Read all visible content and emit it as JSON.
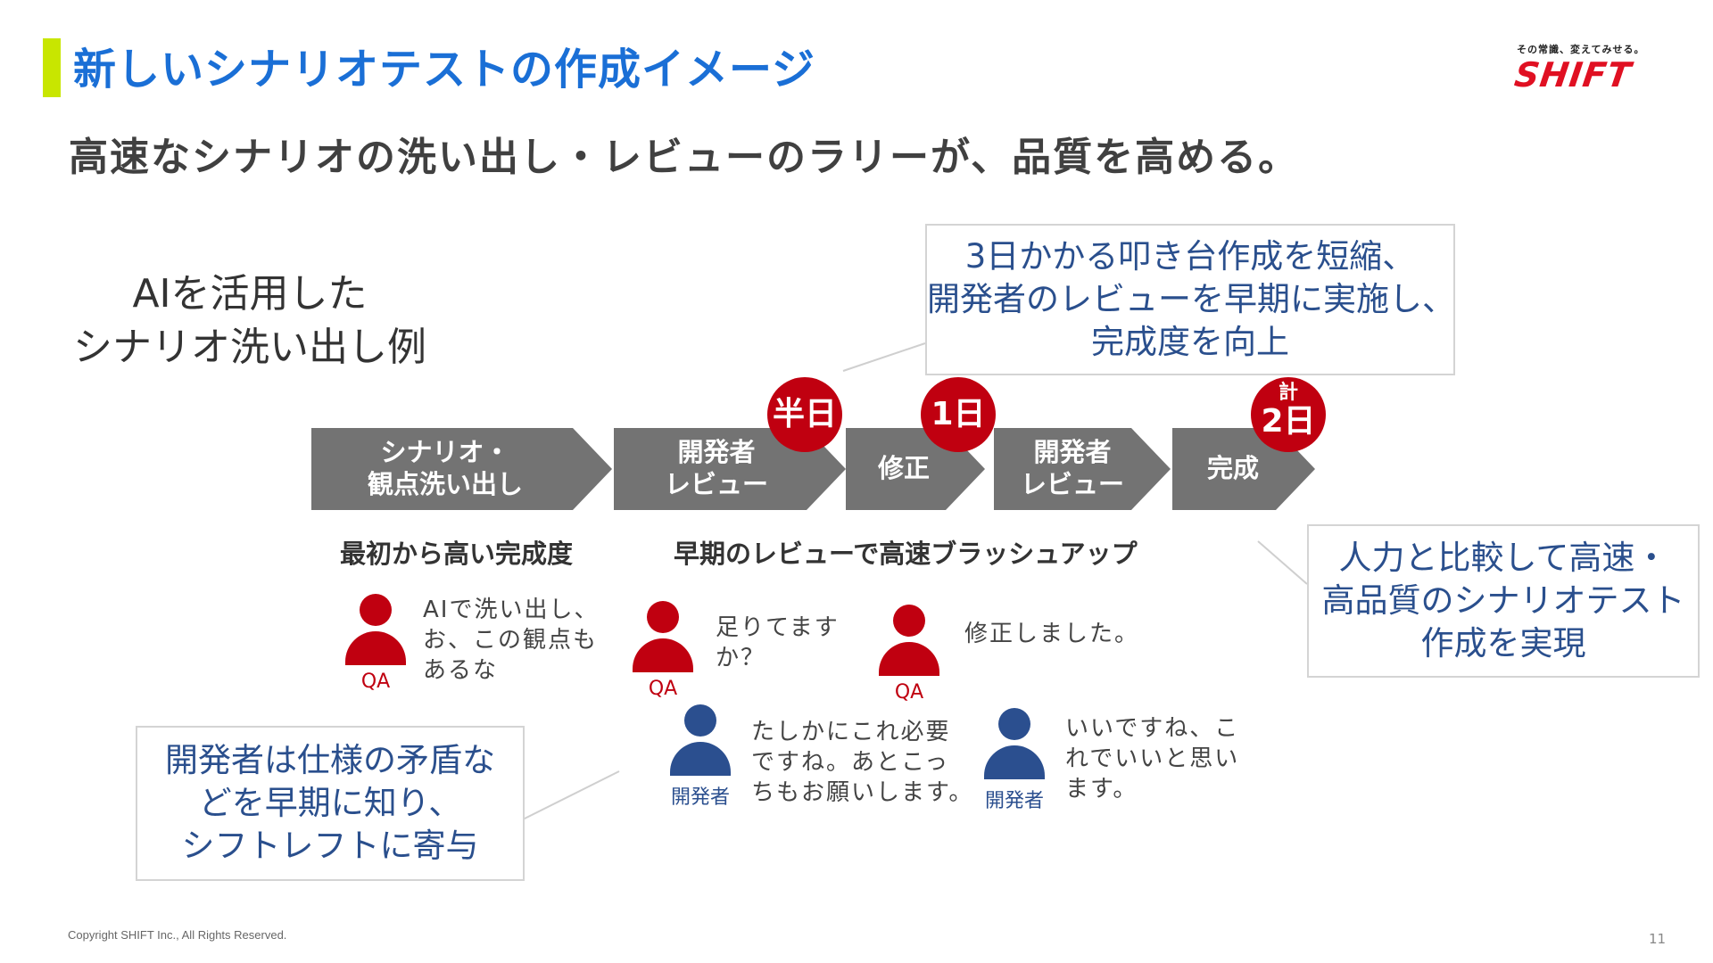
{
  "header": {
    "title": "新しいシナリオテストの作成イメージ",
    "logo_tagline": "その常識、変えてみせる。",
    "logo_text": "SHIFT",
    "accent_color": "#c8e600",
    "title_color": "#1a6fd6"
  },
  "subtitle": "高速なシナリオの洗い出し・レビューのラリーが、品質を高める。",
  "ai_label": {
    "line1": "AIを活用した",
    "line2": "シナリオ洗い出し例"
  },
  "callouts": {
    "top": {
      "line1": "3日かかる叩き台作成を短縮、",
      "line2": "開発者のレビューを早期に実施し、",
      "line3": "完成度を向上"
    },
    "right": {
      "line1": "人力と比較して高速・",
      "line2": "高品質のシナリオテスト",
      "line3": "作成を実現"
    },
    "left": {
      "line1": "開発者は仕様の矛盾な",
      "line2": "どを早期に知り、",
      "line3": "シフトレフトに寄与"
    }
  },
  "process": {
    "steps": [
      {
        "line1": "シナリオ・",
        "line2": "観点洗い出し"
      },
      {
        "line1": "開発者",
        "line2": "レビュー"
      },
      {
        "line1": "修正",
        "line2": ""
      },
      {
        "line1": "開発者",
        "line2": "レビュー"
      },
      {
        "line1": "完成",
        "line2": ""
      }
    ],
    "badges": [
      {
        "label": "半日"
      },
      {
        "label": "1日"
      },
      {
        "prefix": "計",
        "label": "2日"
      }
    ],
    "step_color": "#737373",
    "badge_color": "#c00010"
  },
  "section_labels": {
    "left": "最初から高い完成度",
    "right": "早期のレビューで高速ブラッシュアップ"
  },
  "conversation": {
    "qa1": {
      "role": "QA",
      "line1": "AIで洗い出し、",
      "line2": "お、この観点も",
      "line3": "あるな"
    },
    "qa2": {
      "role": "QA",
      "line1": "足りてます",
      "line2": "か？"
    },
    "qa3": {
      "role": "QA",
      "line1": "修正しました。"
    },
    "dev1": {
      "role": "開発者",
      "line1": "たしかにこれ必要",
      "line2": "ですね。あとこっ",
      "line3": "ちもお願いします。"
    },
    "dev2": {
      "role": "開発者",
      "line1": "いいですね、こ",
      "line2": "れでいいと思い",
      "line3": "ます。"
    },
    "qa_color": "#c00010",
    "dev_color": "#2b4f8f"
  },
  "footer": {
    "copyright": "Copyright SHIFT Inc., All Rights Reserved.",
    "page_number": "11"
  }
}
